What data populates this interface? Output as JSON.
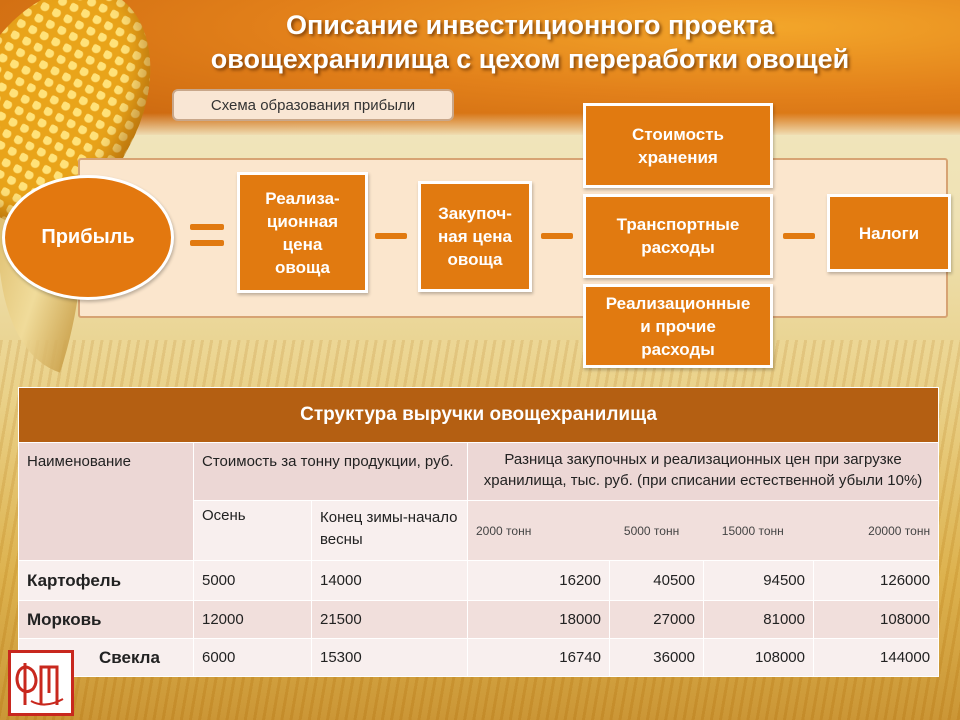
{
  "title_line1": "Описание инвестиционного проекта",
  "title_line2": "овощехранилища с цехом переработки овощей",
  "schema_label": "Схема образования прибыли",
  "schema": {
    "profit": "Прибыль",
    "sale_price": [
      "Реализа-",
      "ционная",
      "цена",
      "овоща"
    ],
    "purchase_price": [
      "Закупоч-",
      "ная цена",
      "овоща"
    ],
    "storage_cost": [
      "Стоимость",
      "хранения"
    ],
    "transport_cost": [
      "Транспортные",
      "расходы"
    ],
    "sales_costs": [
      "Реализационные",
      "и прочие",
      "расходы"
    ],
    "taxes": "Налоги"
  },
  "table": {
    "caption": "Структура выручки овощехранилища",
    "col_name": "Наименование",
    "col_cost": "Стоимость за тонну продукции, руб.",
    "col_diff": "Разница закупочных и реализационных цен при загрузке хранилища, тыс. руб. (при списании естественной убыли 10%)",
    "sub_autumn": "Осень",
    "sub_spring": "Конец зимы-начало весны",
    "tonnages": [
      "2000 тонн",
      "5000 тонн",
      "15000 тонн",
      "20000 тонн"
    ],
    "rows": [
      {
        "name": "Картофель",
        "autumn": "5000",
        "spring": "14000",
        "v": [
          "16200",
          "40500",
          "94500",
          "126000"
        ]
      },
      {
        "name": "Морковь",
        "autumn": "12000",
        "spring": "21500",
        "v": [
          "18000",
          "27000",
          "81000",
          "108000"
        ]
      },
      {
        "name": "Свекла",
        "autumn": "6000",
        "spring": "15300",
        "v": [
          "16740",
          "36000",
          "108000",
          "144000"
        ]
      }
    ]
  },
  "colors": {
    "accent": "#e17a10",
    "header": "#b45f12"
  }
}
